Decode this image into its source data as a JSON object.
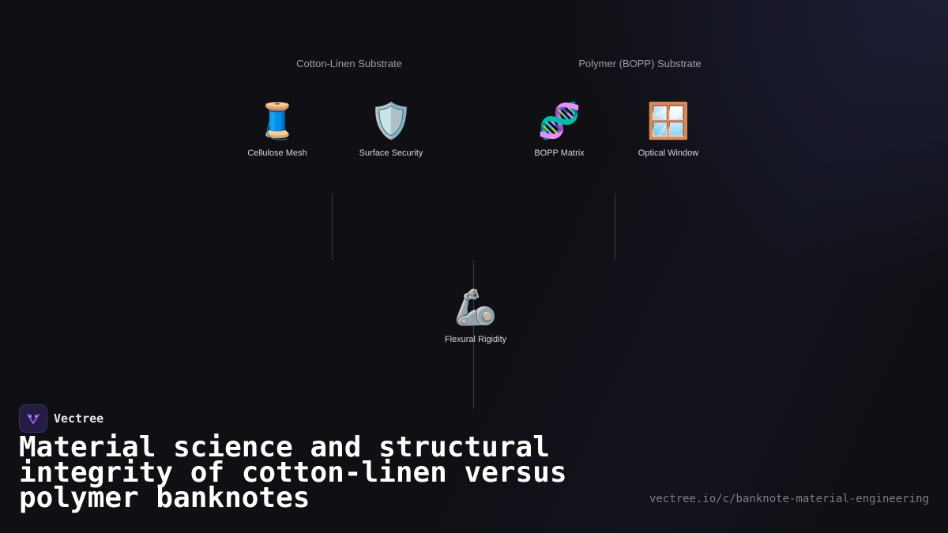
{
  "groups": [
    {
      "label": "Cotton-Linen Substrate",
      "nodes": [
        {
          "icon": "🧵",
          "icon_name": "thread-spool-icon",
          "label": "Cellulose Mesh"
        },
        {
          "icon": "🛡️",
          "icon_name": "shield-icon",
          "label": "Surface Security"
        }
      ]
    },
    {
      "label": "Polymer (BOPP) Substrate",
      "nodes": [
        {
          "icon": "🧬",
          "icon_name": "dna-icon",
          "label": "BOPP Matrix"
        },
        {
          "icon": "🪟",
          "icon_name": "window-icon",
          "label": "Optical Window"
        }
      ]
    }
  ],
  "center_node": {
    "icon": "🦾",
    "icon_name": "mechanical-arm-icon",
    "label": "Flexural Rigidity"
  },
  "brand": {
    "name": "Vectree",
    "icon_name": "vectree-logo-icon",
    "accent": "#a855f7"
  },
  "title": "Material science and structural integrity of cotton-linen versus polymer banknotes",
  "url": "vectree.io/c/banknote-material-engineering",
  "colors": {
    "background": "#0f0f14",
    "connector": "#3a3f4c",
    "group_label": "#9aa0ad",
    "node_label": "#d6d8de"
  }
}
